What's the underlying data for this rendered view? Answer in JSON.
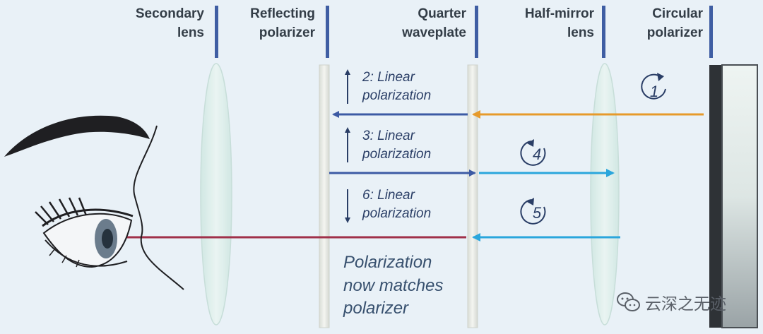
{
  "columns": [
    {
      "id": "secondary-lens",
      "lines": [
        "Secondary",
        "lens"
      ]
    },
    {
      "id": "reflecting-polarizer",
      "lines": [
        "Reflecting",
        "polarizer"
      ]
    },
    {
      "id": "quarter-waveplate",
      "lines": [
        "Quarter",
        "waveplate"
      ]
    },
    {
      "id": "half-mirror-lens",
      "lines": [
        "Half-mirror",
        "lens"
      ]
    },
    {
      "id": "circular-polarizer",
      "lines": [
        "Circular",
        "polarizer"
      ]
    }
  ],
  "linear_notes": [
    {
      "lines": [
        "2: Linear",
        "polarization"
      ],
      "direction": "up"
    },
    {
      "lines": [
        "3: Linear",
        "polarization"
      ],
      "direction": "up"
    },
    {
      "lines": [
        "6: Linear",
        "polarization"
      ],
      "direction": "down"
    }
  ],
  "circular_steps": [
    "1",
    "4",
    "5"
  ],
  "result_note": {
    "lines": [
      "Polarization",
      "now matches",
      "polarizer"
    ]
  },
  "watermark": "云深之无迹",
  "colors": {
    "background": "#e9f1f7",
    "column_bar": "#3f5ea3",
    "orange_ray": "#e69a2b",
    "navy_ray": "#3c5aa4",
    "cyan_ray": "#2aa6dc",
    "red_ray": "#a03049",
    "label_text": "#333d47"
  }
}
